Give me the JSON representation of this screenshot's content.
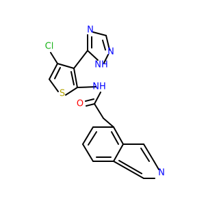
{
  "molecule": {
    "atoms": {
      "cl": {
        "text": "Cl",
        "color": "#18b318"
      },
      "s": {
        "text": "S",
        "color": "#b3a300"
      },
      "nh_amide": {
        "text": "NH",
        "color": "#0000ff"
      },
      "o": {
        "text": "O",
        "color": "#ff0000"
      },
      "n_triazole_top": {
        "text": "N",
        "color": "#0000ff"
      },
      "n_triazole_right": {
        "text": "N",
        "color": "#0000ff"
      },
      "nh_triazole": {
        "text": "NH",
        "color": "#0000ff"
      },
      "n_isoquinoline": {
        "text": "N",
        "color": "#0000ff"
      }
    },
    "bond_color": "#000000",
    "background": "#ffffff"
  }
}
